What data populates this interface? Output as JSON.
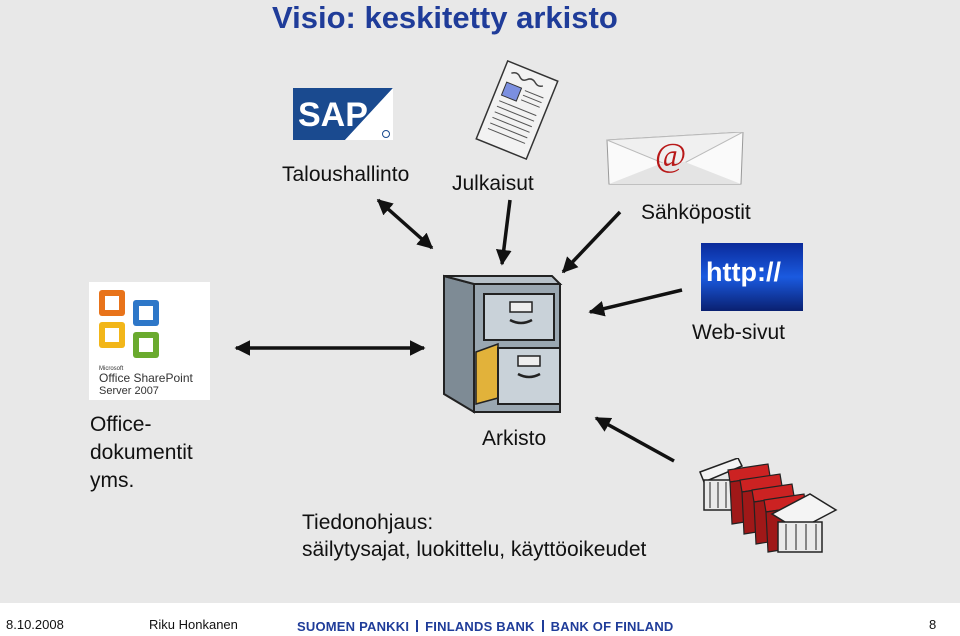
{
  "slide": {
    "title": "Visio: keskitetty arkisto",
    "labels": {
      "finance": "Taloushallinto",
      "publications": "Julkaisut",
      "emails": "Sähköpostit",
      "web_pages": "Web-sivut",
      "office_line1": "Office-",
      "office_line2": "dokumentit",
      "office_line3": "yms.",
      "archive": "Arkisto",
      "guidance_line1": "Tiedonohjaus:",
      "guidance_line2": "säilytysajat, luokittelu, käyttöoikeudet"
    },
    "logos": {
      "sap": "SAP",
      "http": "http://",
      "office_small": "Microsoft",
      "office_line1": "Office SharePoint",
      "office_line2": "Server 2007",
      "email_symbol": "@"
    },
    "icons": [
      "sap-logo-icon",
      "newspaper-icon",
      "email-envelope-icon",
      "http-icon",
      "sharepoint-logo-icon",
      "filing-cabinet-icon",
      "archive-buildings-icon"
    ]
  },
  "footer": {
    "date": "8.10.2008",
    "author": "Riku Honkanen",
    "bank_1": "SUOMEN PANKKI",
    "bank_2": "FINLANDS BANK",
    "bank_3": "BANK OF FINLAND",
    "page": "8"
  },
  "colors": {
    "title": "#1f3c99",
    "background": "#e8e8e8",
    "sap_blue": "#1a4a8f"
  }
}
